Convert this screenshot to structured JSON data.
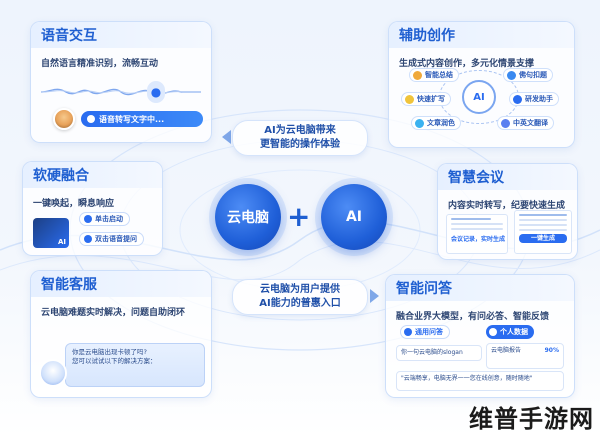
{
  "center": {
    "left_label": "云电脑",
    "right_label": "AI",
    "plus": "+",
    "bubble_top": [
      "AI为云电脑带来",
      "更智能的操作体验"
    ],
    "bubble_bottom": [
      "云电脑为用户提供",
      "AI能力的普惠入口"
    ]
  },
  "cards": {
    "voice": {
      "title": "语音交互",
      "subtitle": "自然语言精准识别，流畅互动",
      "pill": "语音转写文字中..."
    },
    "creation": {
      "title": "辅助创作",
      "subtitle": "生成式内容创作，多元化情景支撑",
      "core": "AI",
      "chips": [
        "智能总结",
        "佛句扣题",
        "快速扩写",
        "研发助手",
        "文章润色",
        "中英文翻译"
      ]
    },
    "hardware": {
      "title": "软硬融合",
      "subtitle": "一键唤起，瞬息响应",
      "buttons": [
        "单击启动",
        "双击语音提问"
      ],
      "device_label": "AI"
    },
    "meeting": {
      "title": "智慧会议",
      "subtitle": "内容实时转写，纪要快速生成",
      "doc_label": "会议记录，实时生成",
      "doc_button": "一键生成"
    },
    "service": {
      "title": "智能客服",
      "subtitle": "云电脑难题实时解决，问题自助闭环",
      "chat": [
        "你是云电脑出现卡顿了吗?",
        "您可以试试以下的解决方案："
      ]
    },
    "qa": {
      "title": "智能问答",
      "subtitle": "融合业界大模型，有问必答、智能反馈",
      "tabs": [
        "通用问答",
        "个人数据"
      ],
      "question": "你一句云电脑的slogan",
      "answer": "\"云端畅享，电脑无界一一您在线创意，随时随地\"",
      "panel_title": "云电脑报告",
      "panel_pct": "90%"
    }
  },
  "watermark": "维普手游网"
}
